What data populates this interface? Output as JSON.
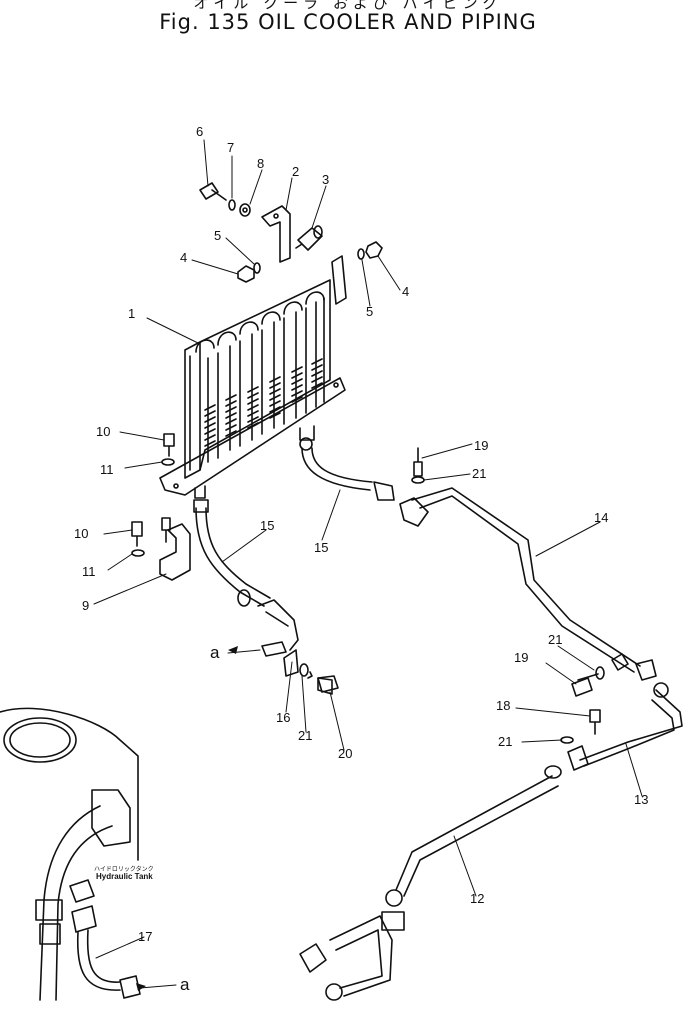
{
  "title": {
    "japanese": "オイル クーラ および パイピング",
    "english": "Fig. 135 OIL COOLER AND PIPING"
  },
  "tank_label": {
    "japanese": "ハイドロリックタンク",
    "english": "Hydraulic Tank"
  },
  "callouts": {
    "p1": "1",
    "p2": "2",
    "p3": "3",
    "p4a": "4",
    "p4b": "4",
    "p5a": "5",
    "p5b": "5",
    "p6": "6",
    "p7": "7",
    "p8": "8",
    "p9": "9",
    "p10a": "10",
    "p10b": "10",
    "p11a": "11",
    "p11b": "11",
    "p12": "12",
    "p13": "13",
    "p14": "14",
    "p15a": "15",
    "p15b": "15",
    "p16": "16",
    "p17": "17",
    "p18": "18",
    "p19a": "19",
    "p19b": "19",
    "p20": "20",
    "p21a": "21",
    "p21b": "21",
    "p21c": "21",
    "p21d": "21",
    "a_top": "a",
    "a_bottom": "a"
  }
}
